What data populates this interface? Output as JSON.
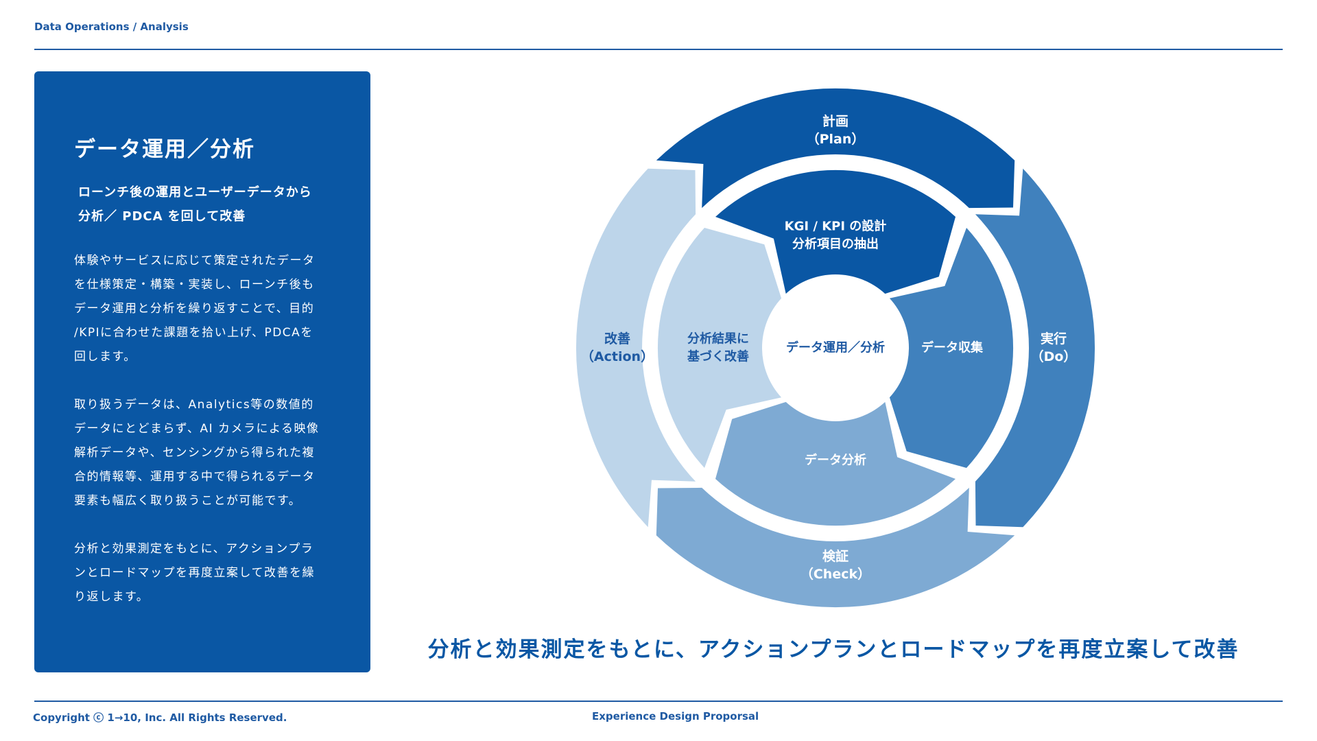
{
  "header": {
    "breadcrumb": "Data Operations / Analysis"
  },
  "panel": {
    "title": "データ運用／分析",
    "lead": [
      "ローンチ後の運用とユーザーデータから",
      "分析／ PDCA を回して改善"
    ],
    "paragraphs": [
      [
        "体験やサービスに応じて策定されたデータ",
        "を仕様策定・構築・実装し、ローンチ後も",
        "データ運用と分析を繰り返すことで、目的",
        "/KPIに合わせた課題を拾い上げ、PDCAを",
        "回します。"
      ],
      [
        "取り扱うデータは、Analytics等の数値的",
        "データにとどまらず、AI カメラによる映像",
        "解析データや、センシングから得られた複",
        "合的情報等、運用する中で得られるデータ",
        "要素も幅広く取り扱うことが可能です。"
      ],
      [
        "分析と効果測定をもとに、アクションプラ",
        "ンとロードマップを再度立案して改善を繰",
        "り返します。"
      ]
    ]
  },
  "diagram": {
    "center": "データ運用／分析",
    "outer": [
      {
        "id": "plan",
        "lines": [
          "計画",
          "（Plan）"
        ],
        "color": "#0a57a4"
      },
      {
        "id": "do",
        "lines": [
          "実行",
          "（Do）"
        ],
        "color": "#4081bd"
      },
      {
        "id": "check",
        "lines": [
          "検証",
          "（Check）"
        ],
        "color": "#7eaad3"
      },
      {
        "id": "action",
        "lines": [
          "改善",
          "（Action）"
        ],
        "color": "#bdd5ea"
      }
    ],
    "inner": [
      {
        "id": "kgi",
        "lines": [
          "KGI / KPI の設計",
          "分析項目の抽出"
        ],
        "color": "#0a57a4"
      },
      {
        "id": "collect",
        "lines": [
          "データ収集"
        ],
        "color": "#4081bd"
      },
      {
        "id": "analyze",
        "lines": [
          "データ分析"
        ],
        "color": "#7eaad3"
      },
      {
        "id": "improve",
        "lines": [
          "分析結果に",
          "基づく改善"
        ],
        "color": "#bdd5ea"
      }
    ]
  },
  "tagline": "分析と効果測定をもとに、アクションプランとロードマップを再度立案して改善",
  "footer": {
    "copyright": "Copyright ⓒ 1→10, Inc. All Rights Reserved.",
    "center": "Experience Design Proporsal"
  }
}
